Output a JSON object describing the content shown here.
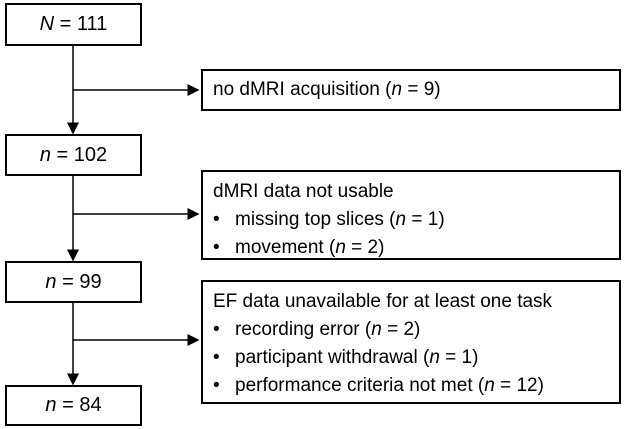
{
  "stages": [
    {
      "var": "N",
      "eq": " = ",
      "value": "111"
    },
    {
      "var": "n",
      "eq": " = ",
      "value": "102"
    },
    {
      "var": "n",
      "eq": " = ",
      "value": "99"
    },
    {
      "var": "n",
      "eq": " = ",
      "value": "84"
    }
  ],
  "exclusions": [
    {
      "title": "",
      "single": {
        "text": "no dMRI acquisition (",
        "var": "n",
        "eq": " = ",
        "value": "9",
        "close": ")"
      }
    },
    {
      "title": "dMRI data not usable",
      "items": [
        {
          "bullet": "•",
          "text": "missing top slices (",
          "var": "n",
          "eq": " = ",
          "value": "1",
          "close": ")"
        },
        {
          "bullet": "•",
          "text": "movement (",
          "var": "n",
          "eq": " = ",
          "value": "2",
          "close": ")"
        }
      ]
    },
    {
      "title": "EF data unavailable for at least one task",
      "items": [
        {
          "bullet": "•",
          "text": "recording error (",
          "var": "n",
          "eq": " = ",
          "value": "2",
          "close": ")"
        },
        {
          "bullet": "•",
          "text": "participant withdrawal (",
          "var": "n",
          "eq": " = ",
          "value": "1",
          "close": ")"
        },
        {
          "bullet": "•",
          "text": "performance criteria not met (",
          "var": "n",
          "eq": " = ",
          "value": "12",
          "close": ")"
        }
      ]
    }
  ]
}
